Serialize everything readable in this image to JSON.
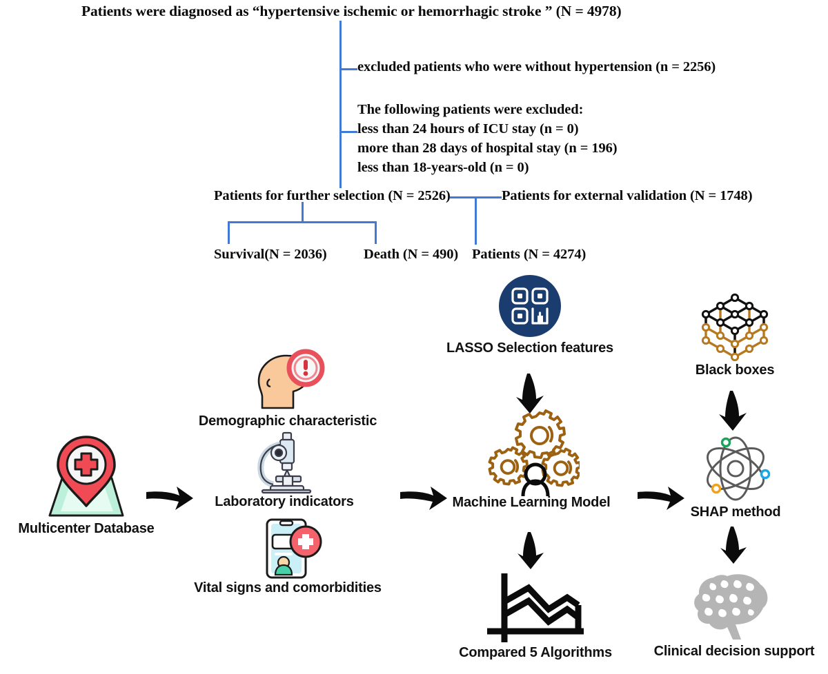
{
  "diagram": {
    "kind": "study-flowchart-and-ml-pipeline",
    "line_color": "#4179D4"
  },
  "consort": {
    "title": "Patients were diagnosed as “hypertensive ischemic or hemorrhagic stroke ” (N = 4978)",
    "exclusion_1": "excluded patients who were without hypertension (n = 2256)",
    "exclusion_block": {
      "header": "The following patients were excluded:",
      "line_1": "less than 24 hours of ICU stay (n = 0)",
      "line_2": "more than 28 days of hospital stay   (n = 196)",
      "line_3": "less than 18-years-old (n = 0)"
    },
    "further_selection": "Patients for further selection (N = 2526)",
    "external_validation": "Patients for external validation (N = 1748)",
    "survival": "Survival(N = 2036)",
    "death": "Death (N = 490)",
    "patients_total": "Patients  (N = 4274)"
  },
  "pipeline": {
    "multicenter_database": {
      "label": "Multicenter Database",
      "icon": "map-pin-medical-cross-icon"
    },
    "demographic": {
      "label": "Demographic characteristic",
      "icon": "head-profile-alert-icon"
    },
    "laboratory": {
      "label": "Laboratory indicators",
      "icon": "microscope-icon"
    },
    "vital_signs": {
      "label": "Vital signs and comorbidities",
      "icon": "mobile-health-record-icon"
    },
    "lasso": {
      "label": "LASSO Selection features",
      "icon": "qr-code-circle-icon"
    },
    "ml_model": {
      "label": "Machine Learning Model",
      "icon": "gears-person-icon"
    },
    "algorithms": {
      "label": "Compared 5 Algorithms",
      "icon": "line-chart-icon"
    },
    "black_boxes": {
      "label": "Black boxes",
      "icon": "cube-lattice-icon"
    },
    "shap": {
      "label": "SHAP method",
      "icon": "atom-icon"
    },
    "clinical_support": {
      "label": "Clinical decision support",
      "icon": "brain-icon"
    }
  },
  "colors": {
    "connector_blue": "#4179D4",
    "lasso_navy": "#1B3C6E",
    "gear_brown": "#9C6211",
    "cross_red": "#EE4B52",
    "map_green": "#BDF0DA",
    "skin": "#F9C89B",
    "brain_gray": "#B3B3B3"
  }
}
